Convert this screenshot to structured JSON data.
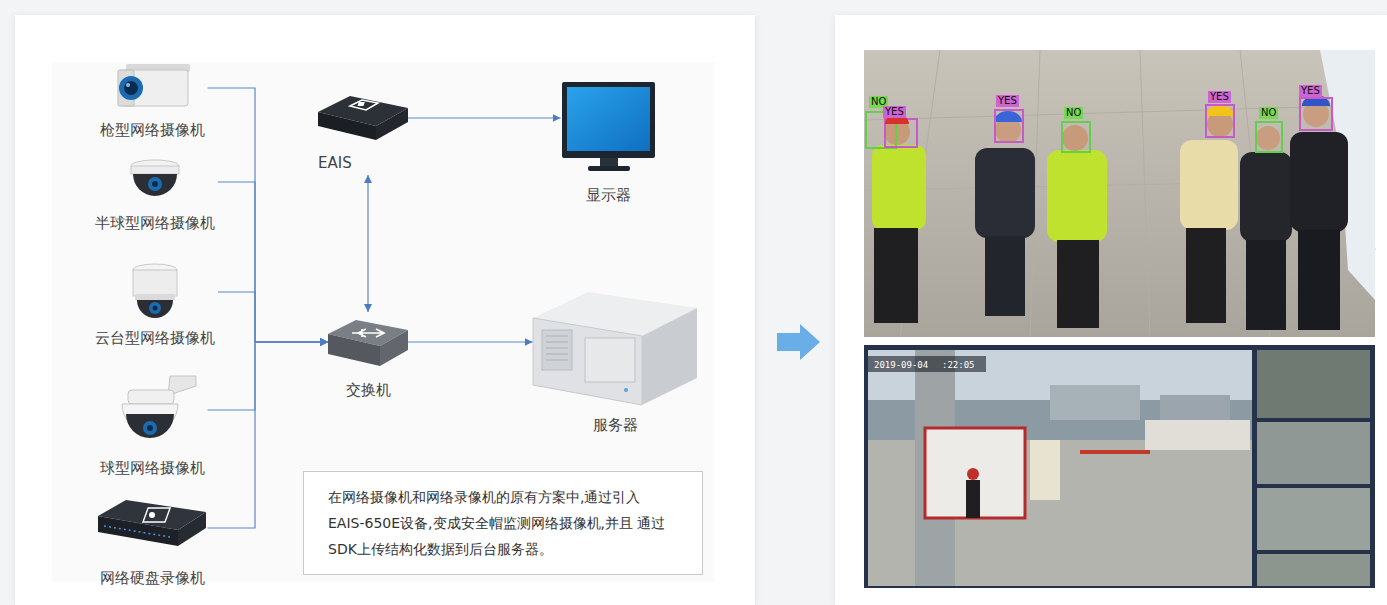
{
  "diagram": {
    "nodes": [
      {
        "text": [
          "枪型网络摄像机"
        ]
      },
      {
        "text": [
          "半球型网络摄像机"
        ]
      },
      {
        "text": [
          "云台型网络摄像机"
        ]
      },
      {
        "text": [
          "球型网络摄像机"
        ]
      },
      {
        "text": [
          "网络硬盘录像机"
        ]
      },
      {
        "text": [
          "EAIS"
        ]
      },
      {
        "text": [
          "显示器"
        ]
      },
      {
        "text": [
          "交换机"
        ]
      },
      {
        "text": [
          "服务器"
        ]
      },
      {
        "text": [
          "在网络摄像机和网络录像机的原有方案中,通过引入 EAIS-650E设备,变成安全帽监测网络摄像机,并且 通过SDK上传结构化数据到后台服务器。"
        ]
      }
    ],
    "edges": [
      {
        "from": 0,
        "to": 7,
        "arrow": "to"
      },
      {
        "from": 1,
        "to": 7,
        "arrow": "to"
      },
      {
        "from": 2,
        "to": 7,
        "arrow": "to"
      },
      {
        "from": 3,
        "to": 7,
        "arrow": "to"
      },
      {
        "from": 4,
        "to": 7,
        "arrow": "to"
      },
      {
        "from": 5,
        "to": 7,
        "arrow": "both"
      },
      {
        "from": 5,
        "to": 6,
        "arrow": "to"
      },
      {
        "from": 7,
        "to": 8,
        "arrow": "to"
      }
    ],
    "labels": [
      "NO",
      "YES",
      "YES",
      "NO",
      "YES",
      "NO",
      "YES",
      "2019-09-04",
      ":22:05"
    ]
  }
}
